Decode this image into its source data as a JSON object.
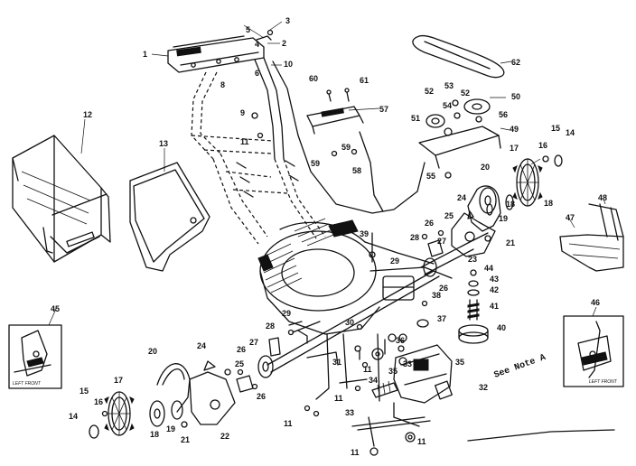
{
  "labels": {
    "p1": "1",
    "p2": "2",
    "p3": "3",
    "p4": "4",
    "p5": "5",
    "p6": "6",
    "p8": "8",
    "p9": "9",
    "p10": "10",
    "p11": "11",
    "p12": "12",
    "p13": "13",
    "p14": "14",
    "p15": "15",
    "p16": "16",
    "p17": "17",
    "p18": "18",
    "p19": "19",
    "p20": "20",
    "p21": "21",
    "p22": "22",
    "p23": "23",
    "p24": "24",
    "p25": "25",
    "p26": "26",
    "p27": "27",
    "p28": "28",
    "p29": "29",
    "p30": "30",
    "p31": "31",
    "p32": "32",
    "p33": "33",
    "p34": "34",
    "p35": "35",
    "p36": "36",
    "p37": "37",
    "p38": "38",
    "p39": "39",
    "p40": "40",
    "p41": "41",
    "p42": "42",
    "p43": "43",
    "p44": "44",
    "p45": "45",
    "p46": "46",
    "p47": "47",
    "p48": "48",
    "p49": "49",
    "p50": "50",
    "p51": "51",
    "p52": "52",
    "p53": "53",
    "p54": "54",
    "p55": "55",
    "p56": "56",
    "p57": "57",
    "p58": "58",
    "p59": "59",
    "p60": "60",
    "p61": "61",
    "p62": "62"
  },
  "note": "See Note A",
  "inset_left_caption": "LEFT FRONT",
  "inset_right_caption": "LEFT FRONT"
}
